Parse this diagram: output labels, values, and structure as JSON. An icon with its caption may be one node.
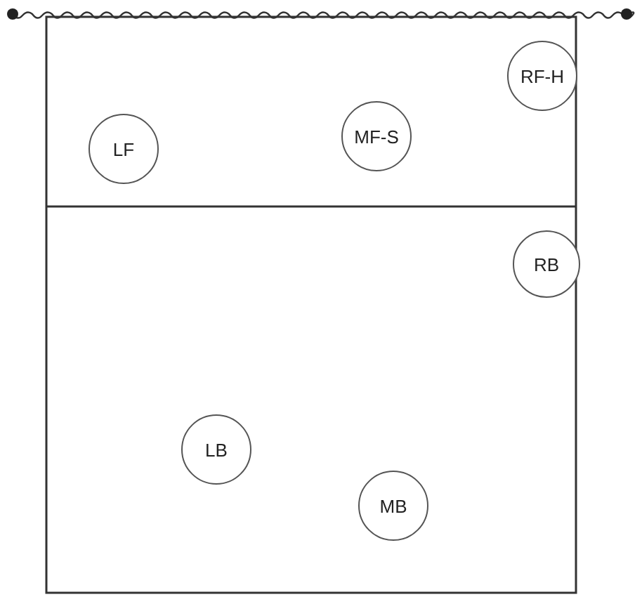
{
  "diagram": {
    "nodes": [
      {
        "text": [
          "RF-H"
        ]
      },
      {
        "text": [
          "LF"
        ]
      },
      {
        "text": [
          "MF-S"
        ]
      },
      {
        "text": [
          "RB"
        ]
      },
      {
        "text": [
          "LB"
        ]
      },
      {
        "text": [
          "MB"
        ]
      }
    ]
  }
}
